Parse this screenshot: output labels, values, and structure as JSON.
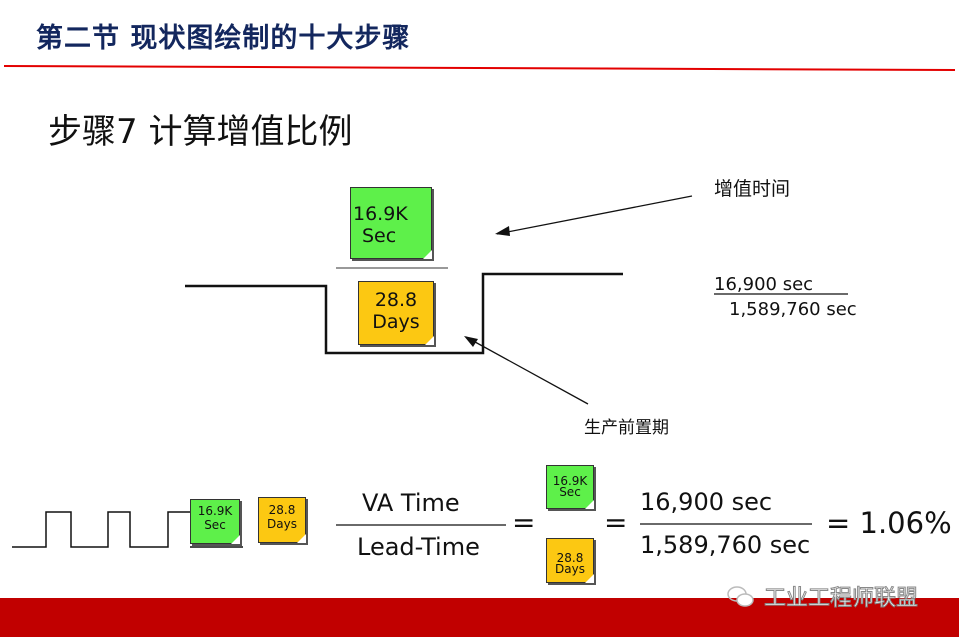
{
  "header": {
    "title": "第二节  现状图绘制的十大步骤",
    "accent_color": "#e30000"
  },
  "step_title": "步骤7  计算增值比例",
  "diagram": {
    "va_note": {
      "line1": "16.9K",
      "line2": "Sec",
      "color": "#5ef04a"
    },
    "lt_note": {
      "line1": "28.8",
      "line2": "Days",
      "color": "#fcc812"
    },
    "va_label": "增值时间",
    "lt_label": "生产前置期",
    "ratio_numerator": "16,900 sec",
    "ratio_denominator": "1,589,760 sec"
  },
  "formula": {
    "small_va": {
      "line1": "16.9K",
      "line2": "Sec"
    },
    "small_lt": {
      "line1": "28.8",
      "line2": "Days"
    },
    "va_time": "VA Time",
    "lead_time": "Lead-Time",
    "equals": "=",
    "frac_va": {
      "line1": "16.9K",
      "line2": "Sec"
    },
    "frac_lt": {
      "line1": "28.8",
      "line2": "Days"
    },
    "numerator": "16,900 sec",
    "denominator": "1,589,760 sec",
    "result": "= 1.06%"
  },
  "footer": {
    "watermark": "工业工程师联盟",
    "band_color": "#c10000"
  }
}
